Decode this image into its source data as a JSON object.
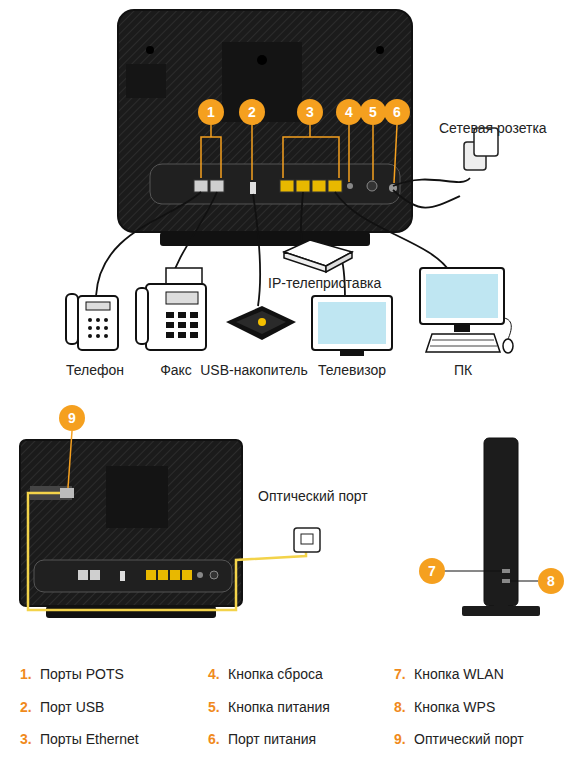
{
  "diagram": {
    "nodes": [
      {
        "text": [
          "1"
        ]
      },
      {
        "text": [
          "2"
        ]
      },
      {
        "text": [
          "3"
        ]
      },
      {
        "text": [
          "4"
        ]
      },
      {
        "text": [
          "5"
        ]
      },
      {
        "text": [
          "6"
        ]
      },
      {
        "text": [
          "9"
        ]
      },
      {
        "text": [
          "7"
        ]
      },
      {
        "text": [
          "8"
        ]
      }
    ],
    "labels": [
      "Сетевая розетка",
      "IP-телеприставка",
      "Телефон",
      "Факс",
      "USB-накопитель",
      "Телевизор",
      "ПК",
      "Оптический порт",
      "1.",
      "Порты POTS",
      "4.",
      "Кнопка сброса",
      "7.",
      "Кнопка WLAN",
      "2.",
      "Порт USB",
      "5.",
      "Кнопка питания",
      "8.",
      "Кнопка WPS",
      "3.",
      "Порты Ethernet",
      "6.",
      "Порт питания",
      "9.",
      "Оптический порт"
    ]
  }
}
